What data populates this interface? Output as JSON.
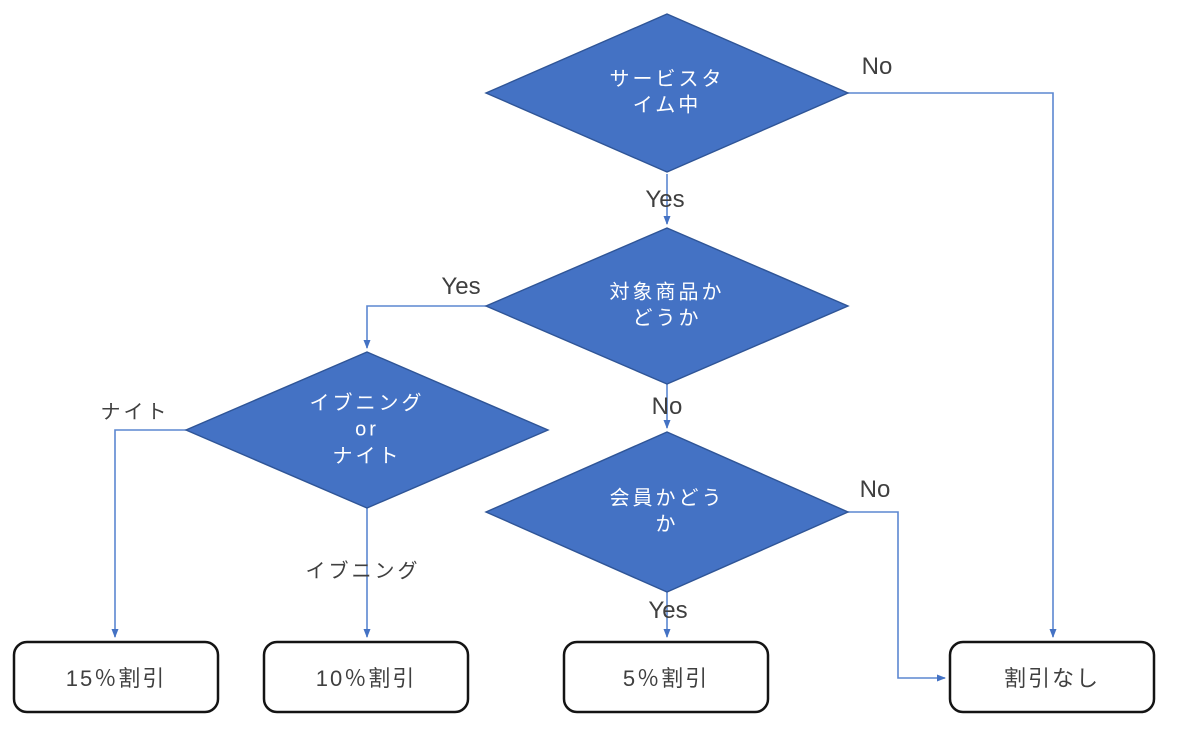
{
  "diagram": {
    "type": "flowchart",
    "colors": {
      "node_fill": "#4472C4",
      "node_border": "#2F5597",
      "connector": "#5B87D1",
      "arrow": "#4472C4",
      "box_border": "#141414",
      "text_dark": "#3F3F3F",
      "text_light": "#FFFFFF"
    },
    "decisions": [
      {
        "id": "service-time",
        "label": "サービスタ\nイム中"
      },
      {
        "id": "target-product",
        "label": "対象商品か\nどうか"
      },
      {
        "id": "evening-or-night",
        "label": "イブニング\nor\nナイト"
      },
      {
        "id": "member",
        "label": "会員かどう\nか"
      }
    ],
    "results": [
      {
        "id": "discount-15",
        "label": "15％割引"
      },
      {
        "id": "discount-10",
        "label": "10％割引"
      },
      {
        "id": "discount-5",
        "label": "5％割引"
      },
      {
        "id": "no-discount",
        "label": "割引なし"
      }
    ],
    "edges": [
      {
        "from": "service-time",
        "to": "target-product",
        "label": "Yes"
      },
      {
        "from": "service-time",
        "to": "no-discount",
        "label": "No"
      },
      {
        "from": "target-product",
        "to": "evening-or-night",
        "label": "Yes"
      },
      {
        "from": "target-product",
        "to": "member",
        "label": "No"
      },
      {
        "from": "evening-or-night",
        "to": "discount-15",
        "label": "ナイト"
      },
      {
        "from": "evening-or-night",
        "to": "discount-10",
        "label": "イブニング"
      },
      {
        "from": "member",
        "to": "discount-5",
        "label": "Yes"
      },
      {
        "from": "member",
        "to": "no-discount",
        "label": "No"
      }
    ]
  }
}
